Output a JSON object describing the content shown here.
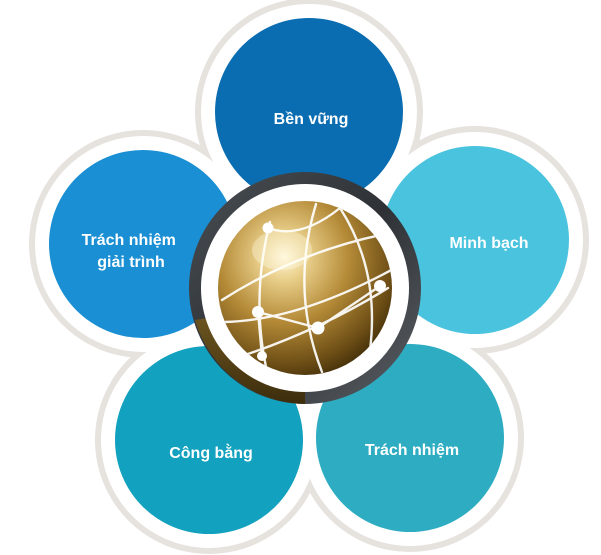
{
  "diagram": {
    "petals": [
      {
        "id": "top",
        "lines": [
          "Bền vững"
        ],
        "color": "#0b6db1"
      },
      {
        "id": "right",
        "lines": [
          "Minh bạch"
        ],
        "color": "#49c3de"
      },
      {
        "id": "bottom-right",
        "lines": [
          "Trách nhiệm"
        ],
        "color": "#2eadc2"
      },
      {
        "id": "bottom-left",
        "lines": [
          "Công bằng"
        ],
        "color": "#12a1be"
      },
      {
        "id": "left",
        "lines": [
          "Trách nhiệm",
          "giải trình"
        ],
        "color": "#1a8fd3"
      }
    ],
    "center_icon": "golden-globe-network-icon",
    "colors": {
      "outline": "#e6e3de",
      "globe_gold": "#b48a37",
      "ring_dark": "#3a3f45"
    }
  }
}
